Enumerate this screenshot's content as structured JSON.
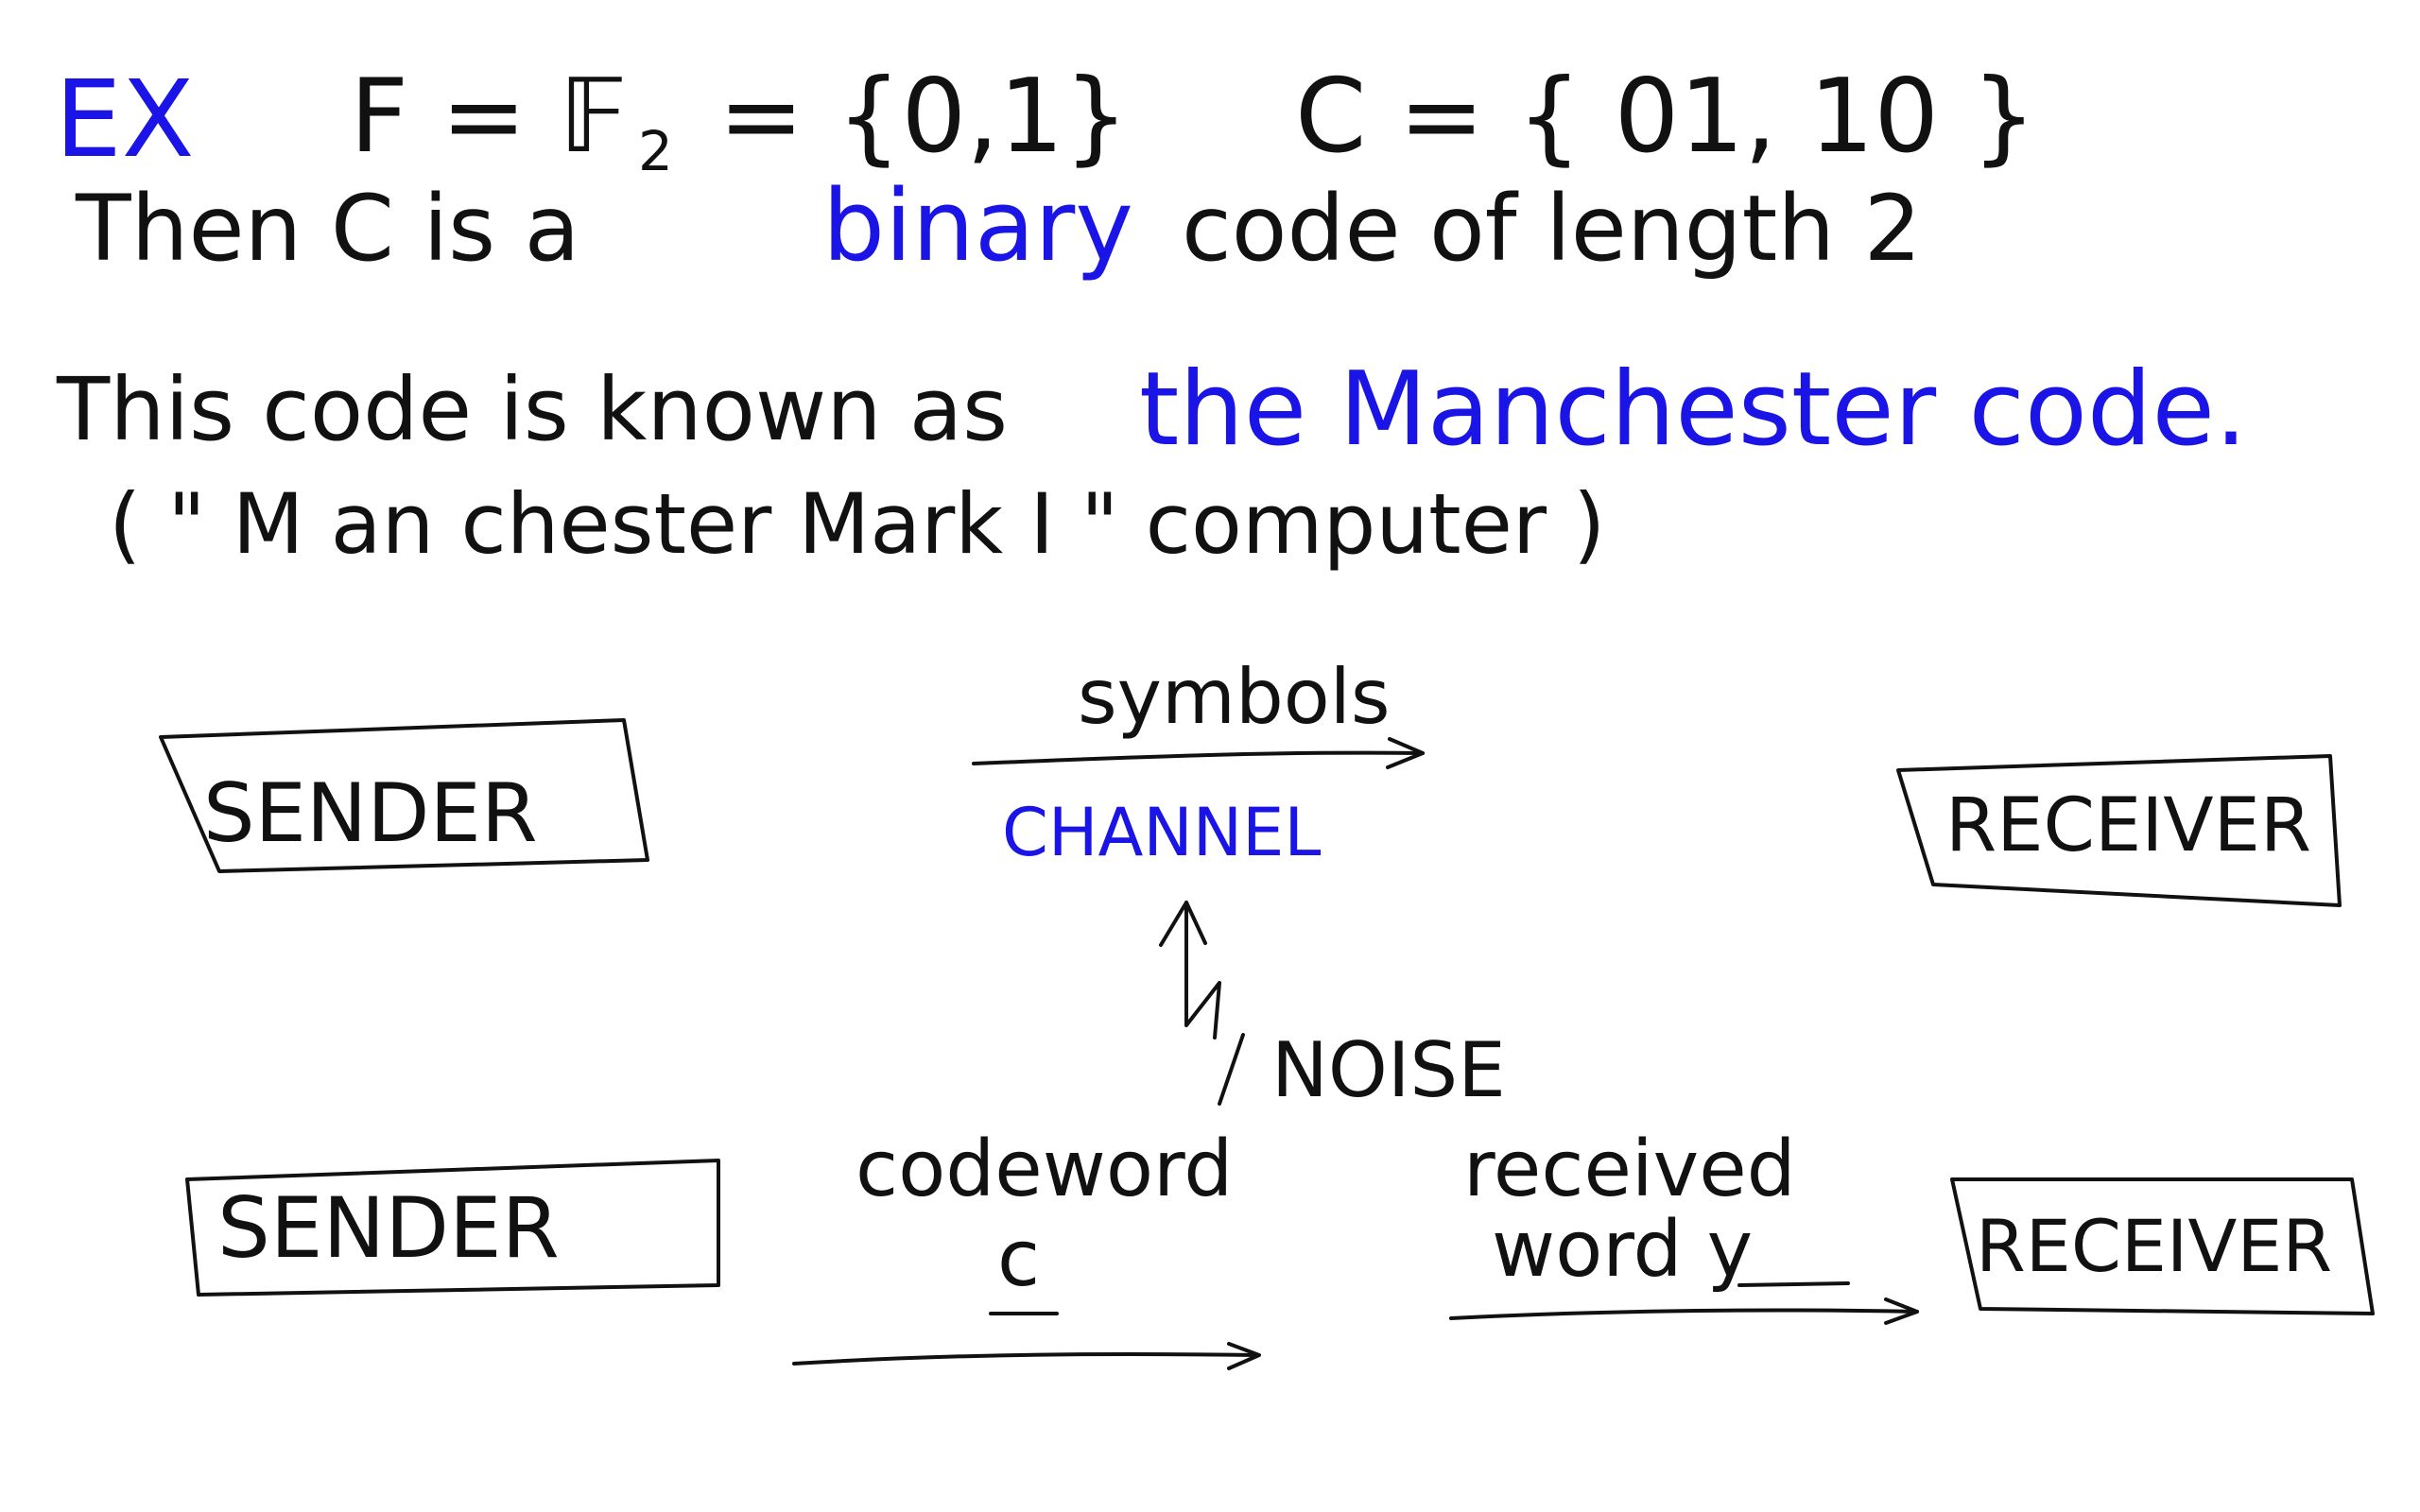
{
  "colors": {
    "ink": "#111111",
    "blue": "#1a14e6",
    "background": "#ffffff"
  },
  "lines": {
    "ex_label": "EX",
    "field_definition": "F = 𝔽",
    "field_subscript": "2",
    "field_set": "= {0,1}",
    "code_definition": "C = { 01,  10 }",
    "then_prefix": "Then  C  is  a",
    "binary_word": "binary",
    "then_suffix": "code  of  length  2",
    "known_prefix": "This  code  is  known  as",
    "manchester_code": "the  Manchester  code.",
    "mark_line": "( \" M an chester  Mark  I \"  computer )"
  },
  "diagram_top": {
    "sender_label": "SENDER",
    "symbols_label": "symbols",
    "channel_label": "CHANNEL",
    "receiver_label": "RECEIVER",
    "noise_label": "NOISE"
  },
  "diagram_bottom": {
    "sender_label": "SENDER",
    "codeword_label": "codeword",
    "codeword_symbol": "c",
    "received_label_1": "received",
    "received_label_2": "word  y",
    "receiver_label": "RECEIVER"
  },
  "icons": {
    "arrow_right": "arrow-right-icon",
    "noise_bolt": "lightning-bolt-icon",
    "arrow_up": "arrow-up-icon"
  }
}
